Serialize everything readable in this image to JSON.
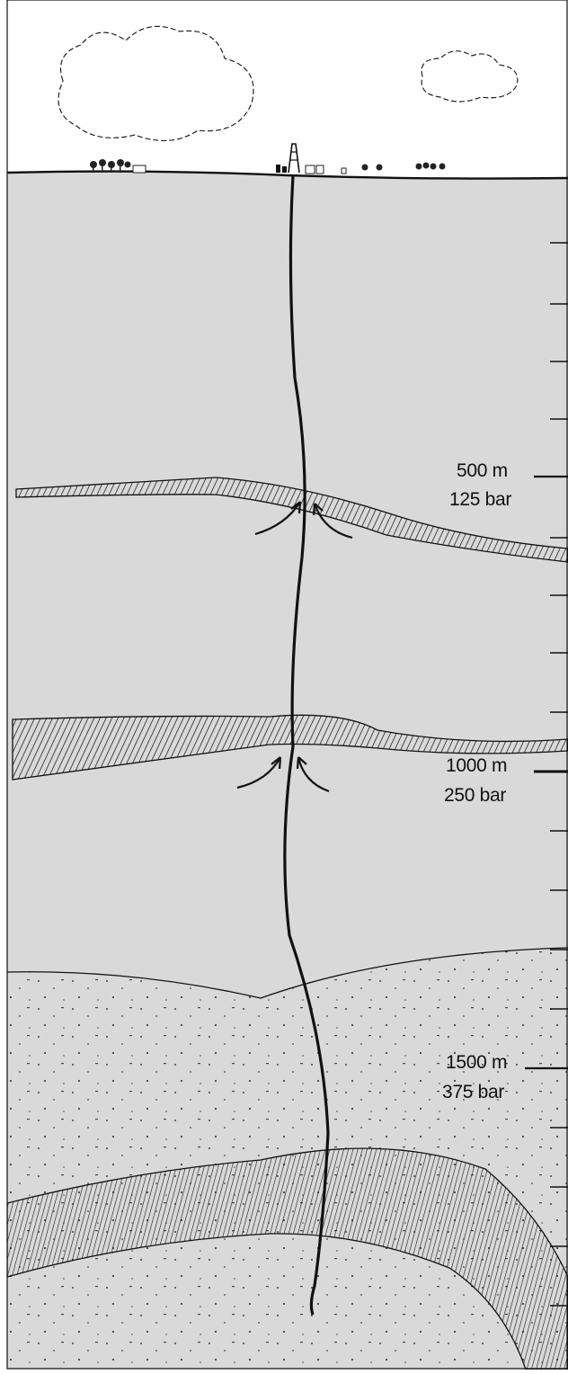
{
  "colors": {
    "ground": "#d9d9d9",
    "sky": "#ffffff",
    "line": "#111111",
    "hatch": "#222222"
  },
  "depth_markers": [
    {
      "depth": "500 m",
      "pressure": "125 bar"
    },
    {
      "depth": "1000 m",
      "pressure": "250 bar"
    },
    {
      "depth": "1500 m",
      "pressure": "375 bar"
    }
  ],
  "icons": [
    "cloud-icon",
    "drilling-rig-icon",
    "tree-icon",
    "building-icon",
    "inflow-arrow-icon"
  ]
}
